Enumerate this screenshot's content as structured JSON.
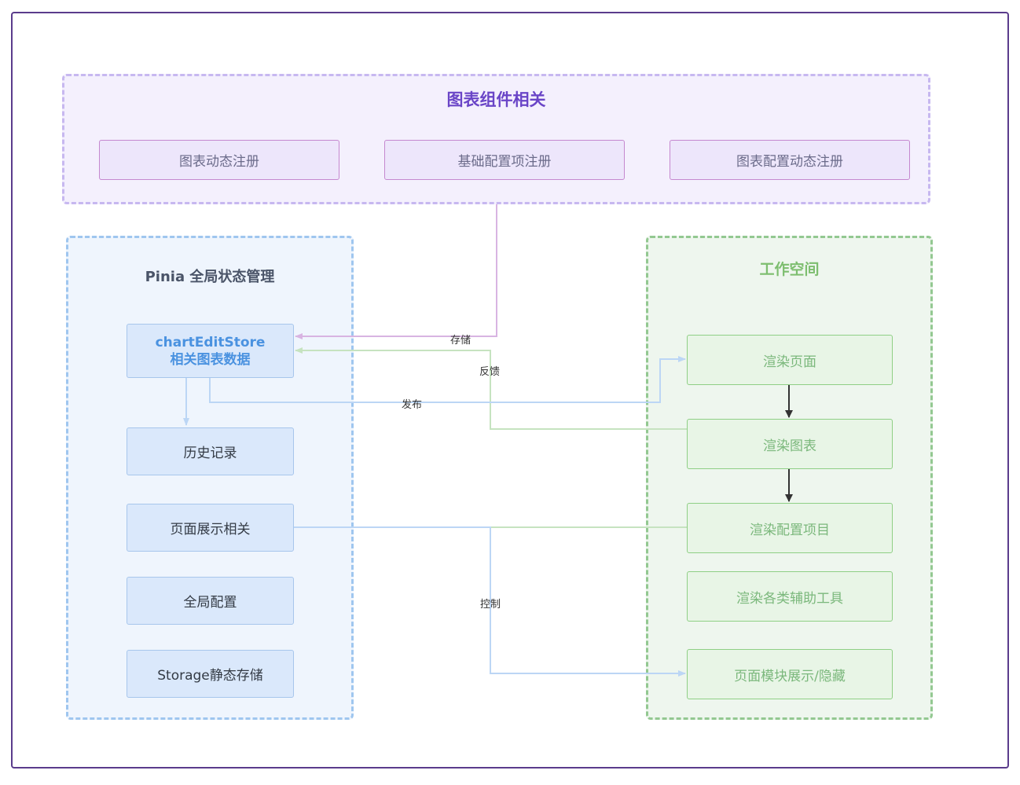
{
  "groups": {
    "top": {
      "title": "图表组件相关",
      "items": [
        "图表动态注册",
        "基础配置项注册",
        "图表配置动态注册"
      ]
    },
    "left": {
      "title": "Pinia 全局状态管理",
      "store": {
        "line1": "chartEditStore",
        "line2": "相关图表数据"
      },
      "items": [
        "历史记录",
        "页面展示相关",
        "全局配置",
        "Storage静态存储"
      ]
    },
    "right": {
      "title": "工作空间",
      "items": [
        "渲染页面",
        "渲染图表",
        "渲染配置项目",
        "渲染各类辅助工具",
        "页面模块展示/隐藏"
      ]
    }
  },
  "edge_labels": {
    "store": "存储",
    "feedback": "反馈",
    "publish": "发布",
    "control": "控制"
  },
  "colors": {
    "purple_edge": "#d8b4e2",
    "green_edge": "#c6e3c0",
    "blue_edge": "#bcd6f5",
    "dark_arrow": "#333333"
  }
}
